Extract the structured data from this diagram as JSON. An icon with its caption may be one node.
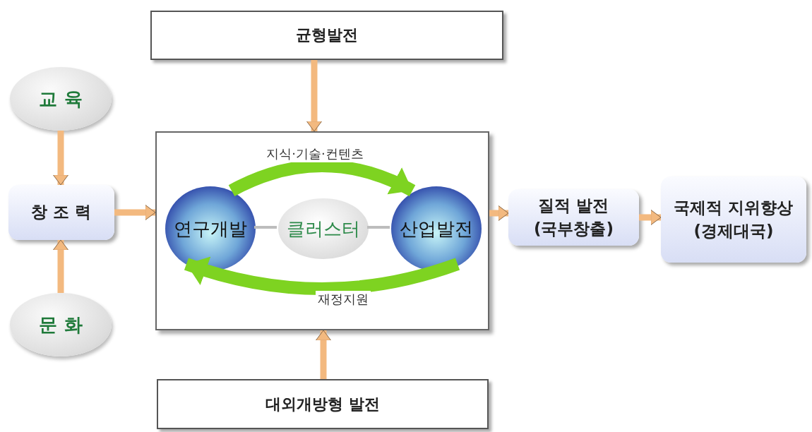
{
  "diagram": {
    "nodes": [
      {
        "text": [
          "균형발전"
        ]
      },
      {
        "text": [
          "교 육"
        ]
      },
      {
        "text": [
          "창 조 력"
        ]
      },
      {
        "text": [
          "문 화"
        ]
      },
      {
        "text": [],
        "shape": "box"
      },
      {
        "text": [
          "연구개발"
        ],
        "in": 4
      },
      {
        "text": [
          "클러스터"
        ],
        "in": 4
      },
      {
        "text": [
          "산업발전"
        ],
        "in": 4
      },
      {
        "text": [
          "질적 발전 (국부창출)"
        ]
      },
      {
        "text": [
          "국제적 지위향상 (경제대국)"
        ]
      },
      {
        "text": [
          "대외개방형 발전"
        ]
      }
    ],
    "edges": [
      {
        "from": 0,
        "to": 4,
        "arrow": "to"
      },
      {
        "from": 1,
        "to": 2,
        "arrow": "to"
      },
      {
        "from": 3,
        "to": 2,
        "arrow": "to"
      },
      {
        "from": 2,
        "to": 4,
        "arrow": "to"
      },
      {
        "from": 10,
        "to": 4,
        "arrow": "to"
      },
      {
        "from": 4,
        "to": 8,
        "arrow": "to"
      },
      {
        "from": 8,
        "to": 9,
        "arrow": "to"
      },
      {
        "from": 5,
        "to": 7,
        "arrow": "to",
        "label": "지식·기술·컨텐츠",
        "style": "thick",
        "color": "#7ed321"
      },
      {
        "from": 7,
        "to": 5,
        "arrow": "to",
        "label": "재정지원",
        "style": "thick",
        "color": "#7ed321"
      },
      {
        "from": 5,
        "to": 6,
        "arrow": "none",
        "color": "#bdbdbd"
      },
      {
        "from": 6,
        "to": 7,
        "arrow": "none",
        "color": "#bdbdbd"
      }
    ]
  }
}
